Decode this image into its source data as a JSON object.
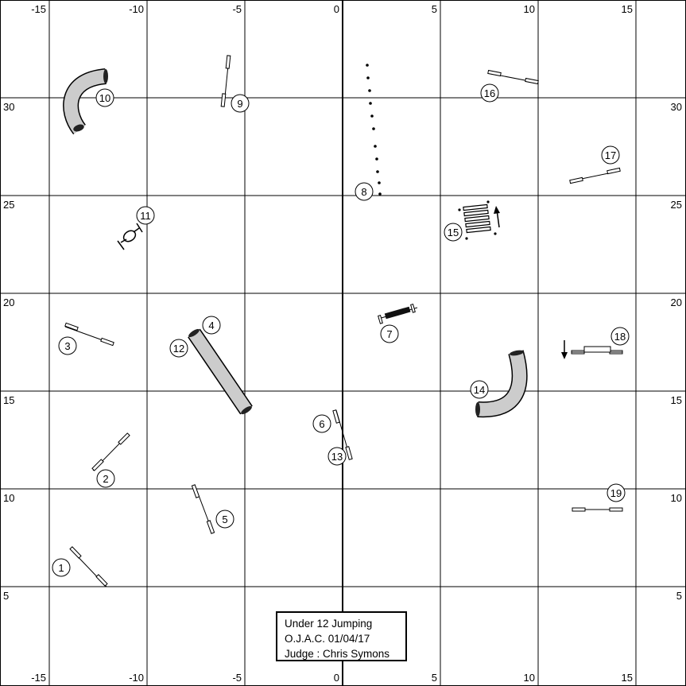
{
  "x_axis_labels": {
    "top": [
      "-15",
      "-10",
      "-5",
      "0",
      "5",
      "10",
      "15"
    ],
    "bottom": [
      "-15",
      "-10",
      "-5",
      "0",
      "5",
      "10",
      "15"
    ]
  },
  "y_axis_labels": [
    "30",
    "25",
    "20",
    "15",
    "10",
    "5"
  ],
  "obstacles": [
    {
      "number": "1",
      "type": "jump"
    },
    {
      "number": "2",
      "type": "jump"
    },
    {
      "number": "3",
      "type": "jump"
    },
    {
      "number": "4",
      "type": "tunnel"
    },
    {
      "number": "5",
      "type": "jump"
    },
    {
      "number": "6",
      "type": "jump"
    },
    {
      "number": "7",
      "type": "wall"
    },
    {
      "number": "8",
      "type": "weave-poles"
    },
    {
      "number": "9",
      "type": "jump"
    },
    {
      "number": "10",
      "type": "curved-tunnel"
    },
    {
      "number": "11",
      "type": "tyre"
    },
    {
      "number": "12",
      "type": "tunnel"
    },
    {
      "number": "13",
      "type": "jump"
    },
    {
      "number": "14",
      "type": "curved-tunnel"
    },
    {
      "number": "15",
      "type": "long-jump"
    },
    {
      "number": "16",
      "type": "jump"
    },
    {
      "number": "17",
      "type": "jump"
    },
    {
      "number": "18",
      "type": "spread-jump"
    },
    {
      "number": "19",
      "type": "jump"
    }
  ],
  "info_box": {
    "line1": "Under 12 Jumping",
    "line2": "O.J.A.C. 01/04/17",
    "line3": "Judge : Chris Symons"
  }
}
